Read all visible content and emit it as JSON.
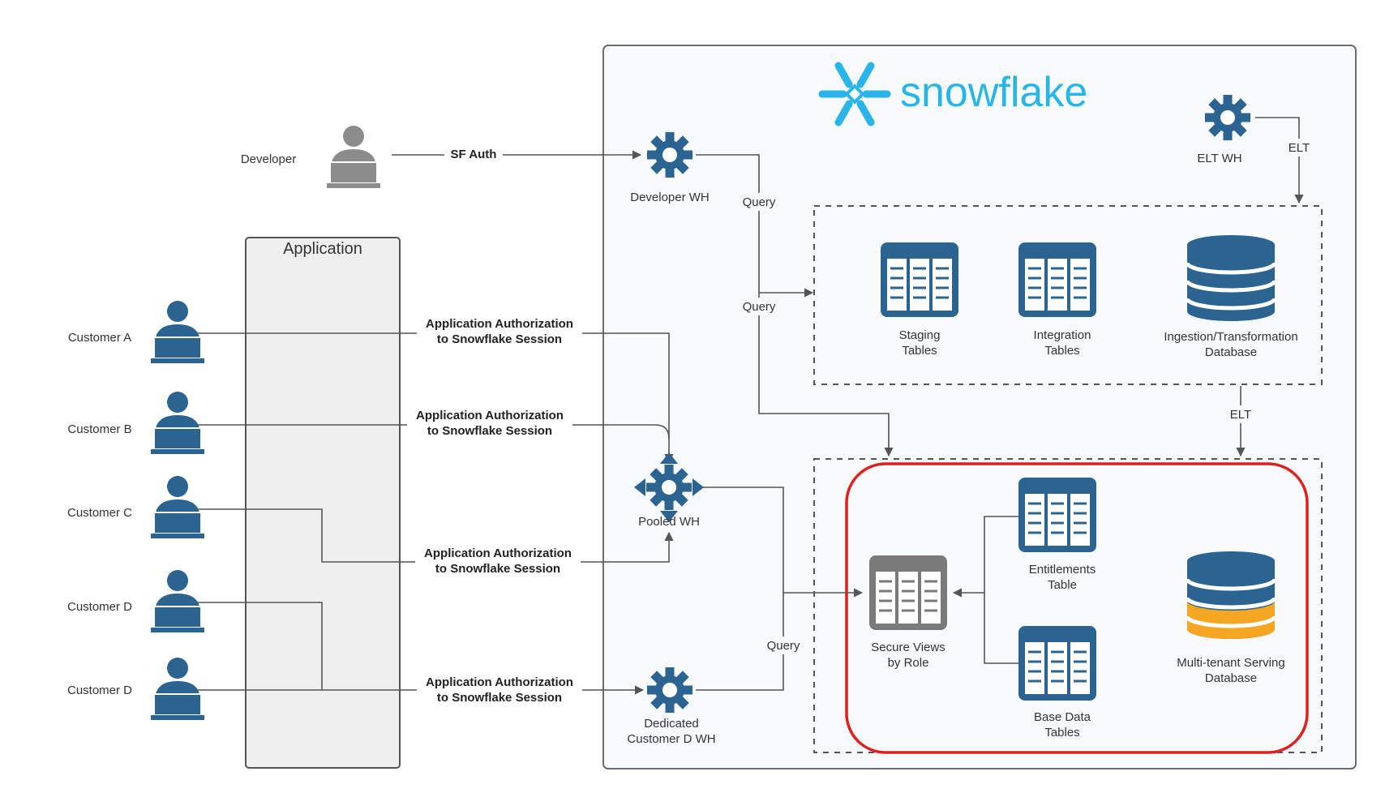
{
  "brand": {
    "name": "snowflake",
    "color": "#29b5e8"
  },
  "colors": {
    "icon_blue": "#2b6391",
    "person_gray": "#8c8c8c",
    "db_orange": "#f5a623",
    "highlight_red": "#e02020",
    "line": "#555555",
    "panel_bg": "#f7fbfd",
    "app_bg": "#efefef"
  },
  "application": {
    "title": "Application"
  },
  "developer": {
    "label": "Developer",
    "auth_label": "SF Auth"
  },
  "customers": [
    {
      "label": "Customer A"
    },
    {
      "label": "Customer B"
    },
    {
      "label": "Customer C"
    },
    {
      "label": "Customer D"
    },
    {
      "label": "Customer D"
    }
  ],
  "auth_link": {
    "line1": "Application Authorization",
    "line2": "to Snowflake Session"
  },
  "warehouses": {
    "developer": {
      "label": "Developer WH"
    },
    "pooled": {
      "label": "Pooled WH"
    },
    "dedicated": {
      "line1": "Dedicated",
      "line2": "Customer D WH"
    },
    "elt": {
      "label": "ELT WH"
    }
  },
  "edge_labels": {
    "query": "Query",
    "elt": "ELT"
  },
  "ingestion": {
    "staging": {
      "line1": "Staging",
      "line2": "Tables"
    },
    "integration": {
      "line1": "Integration",
      "line2": "Tables"
    },
    "database": {
      "line1": "Ingestion/Transformation",
      "line2": "Database"
    }
  },
  "serving": {
    "secure_views": {
      "line1": "Secure Views",
      "line2": "by Role"
    },
    "entitlements": {
      "line1": "Entitlements",
      "line2": "Table"
    },
    "base_data": {
      "line1": "Base Data",
      "line2": "Tables"
    },
    "database": {
      "line1": "Multi-tenant Serving",
      "line2": "Database"
    }
  }
}
